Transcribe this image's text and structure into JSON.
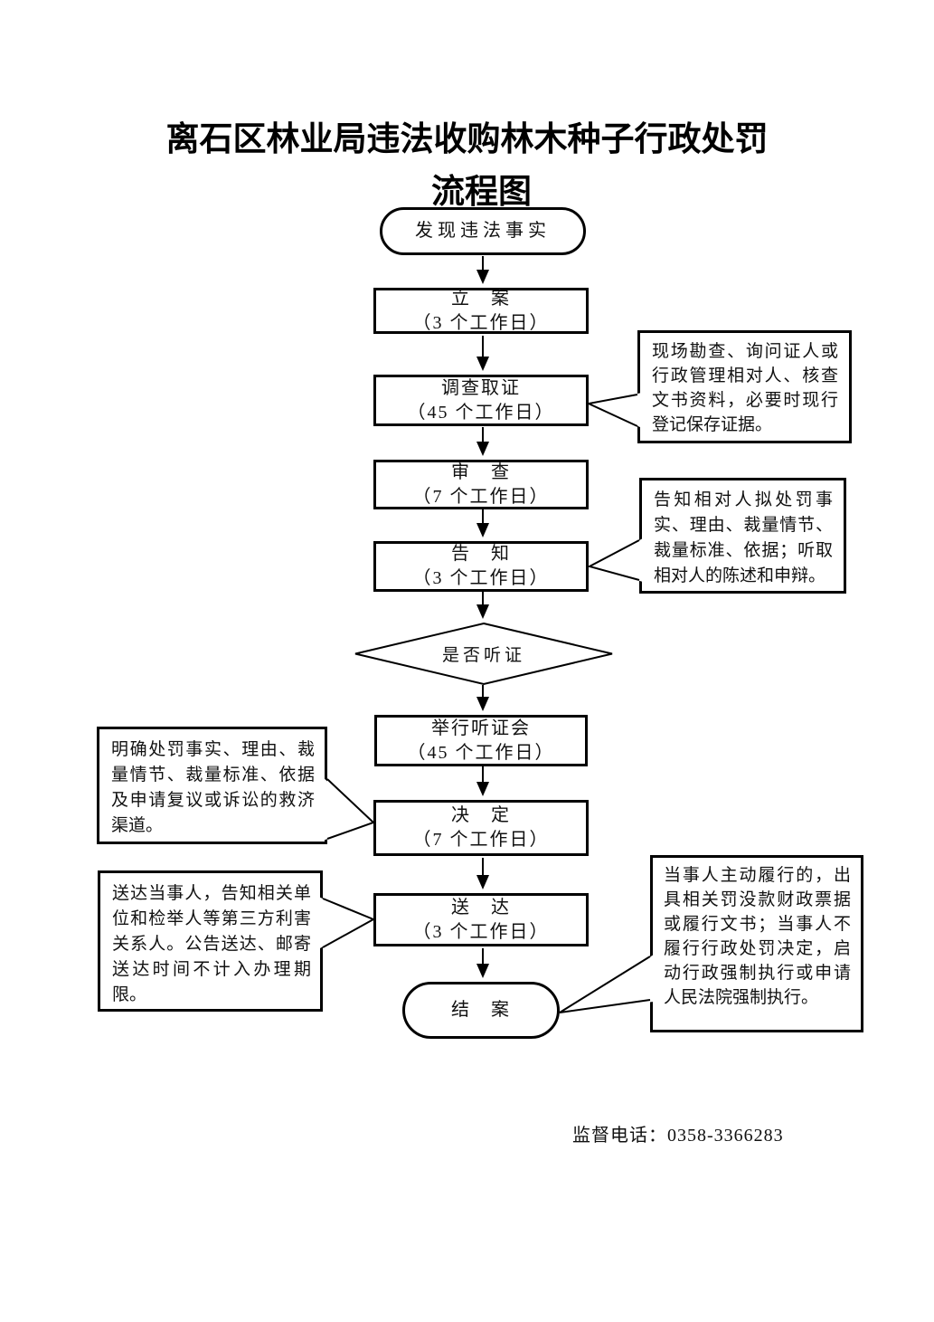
{
  "page": {
    "title_line1": "离石区林业局违法收购林木种子行政处罚",
    "title_line2": "流程图",
    "footer": "监督电话：0358-3366283"
  },
  "flow": {
    "start": "发现违法事实",
    "steps": [
      {
        "label": "立　案",
        "duration": "（3 个工作日）"
      },
      {
        "label": "调查取证",
        "duration": "（45 个工作日）"
      },
      {
        "label": "审　查",
        "duration": "（7 个工作日）"
      },
      {
        "label": "告　知",
        "duration": "（3 个工作日）"
      },
      {
        "label": "举行听证会",
        "duration": "（45 个工作日）"
      },
      {
        "label": "决　定",
        "duration": "（7 个工作日）"
      },
      {
        "label": "送　达",
        "duration": "（3 个工作日）"
      }
    ],
    "decision": "是否听证",
    "end": "结　案"
  },
  "notes": {
    "investigation": "现场勘查、询问证人或行政管理相对人、核查文书资料，必要时现行登记保存证据。",
    "notification": "告知相对人拟处罚事实、理由、裁量情节、裁量标准、依据；听取相对人的陈述和申辩。",
    "decision": "明确处罚事实、理由、裁量情节、裁量标准、依据及申请复议或诉讼的救济渠道。",
    "delivery": "送达当事人，告知相关单位和检举人等第三方利害关系人。公告送达、邮寄送达时间不计入办理期限。",
    "closing": "当事人主动履行的，出具相关罚没款财政票据或履行文书；当事人不履行行政处罚决定，启动行政强制执行或申请人民法院强制执行。"
  },
  "colors": {
    "ink": "#000000",
    "paper": "#ffffff"
  }
}
